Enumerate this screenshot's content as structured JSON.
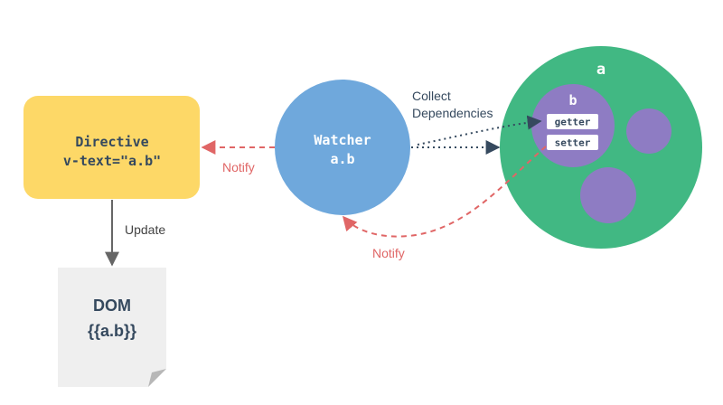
{
  "directive": {
    "line1": "Directive",
    "line2": "v-text=\"a.b\""
  },
  "watcher": {
    "line1": "Watcher",
    "line2": "a.b"
  },
  "dom": {
    "line1": "DOM",
    "line2": "{{a.b}}"
  },
  "labels": {
    "update": "Update",
    "notify_top": "Notify",
    "notify_bottom": "Notify",
    "collect_line1": "Collect",
    "collect_line2": "Dependencies"
  },
  "data_object": {
    "outer_label": "a",
    "inner_label": "b",
    "getter": "getter",
    "setter": "setter"
  },
  "colors": {
    "directive_fill": "#FDD867",
    "watcher_fill": "#6FA8DC",
    "dom_fill": "#EFEFEF",
    "data_fill": "#41B883",
    "prop_fill": "#8E7CC3",
    "text_dark": "#35495E",
    "notify_red": "#E06666",
    "arrow_gray": "#666666"
  }
}
